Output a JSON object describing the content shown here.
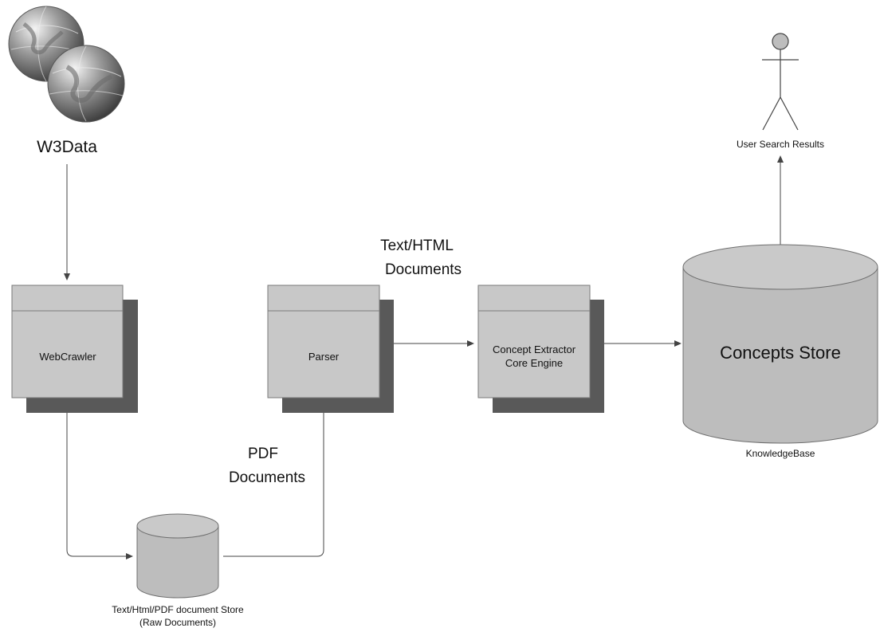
{
  "labels": {
    "source": "W3Data",
    "webcrawler": "WebCrawler",
    "parser": "Parser",
    "extractor_line1": "Concept Extractor",
    "extractor_line2": "Core Engine",
    "concepts_store": "Concepts Store",
    "knowledgebase": "KnowledgeBase",
    "user_results": "User Search Results",
    "raw_store_line1": "Text/Html/PDF document Store",
    "raw_store_line2": "(Raw Documents)",
    "pdf_line1": "PDF",
    "pdf_line2": "Documents",
    "html_line1": "Text/HTML",
    "html_line2": "Documents"
  },
  "icons": {
    "globe": "globe-icon",
    "user": "stick-figure-icon",
    "database": "cylinder-icon"
  },
  "colors": {
    "box_fill": "#c8c8c8",
    "box_shadow": "#595959",
    "cylinder_fill": "#bdbdbd",
    "line": "#444444"
  }
}
